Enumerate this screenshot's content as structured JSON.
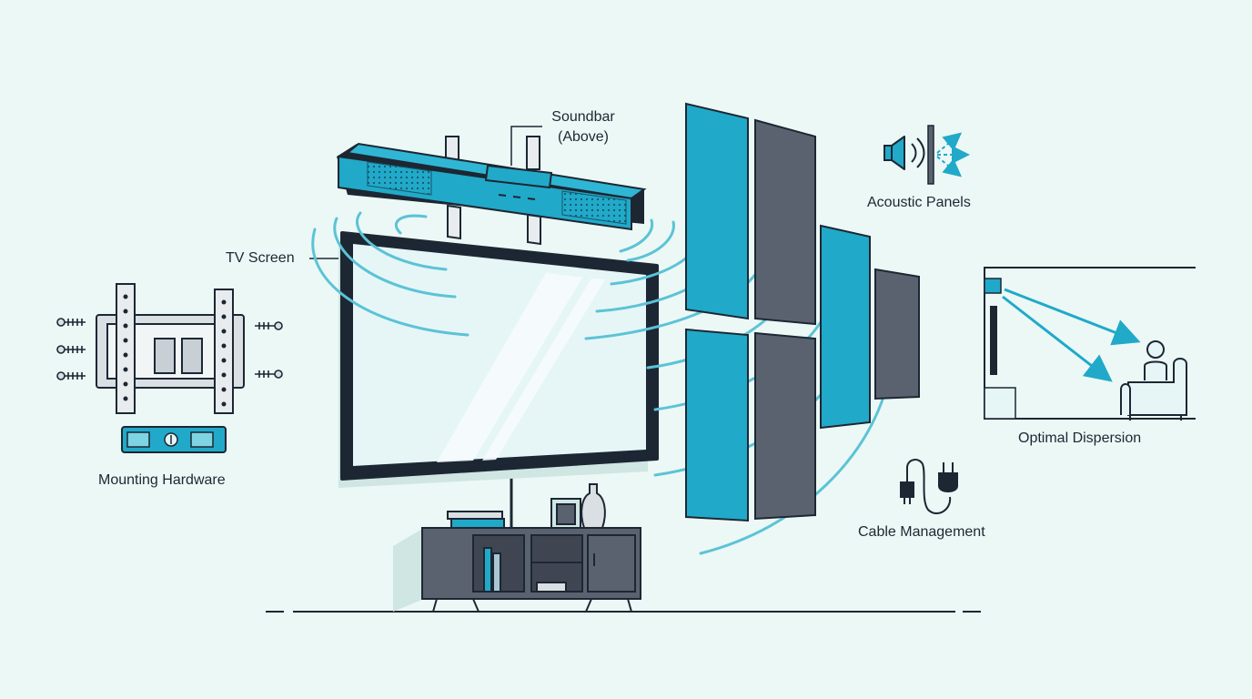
{
  "labels": {
    "soundbar_line1": "Soundbar",
    "soundbar_line2": "(Above)",
    "tv_screen": "TV Screen",
    "mounting_hardware": "Mounting Hardware",
    "acoustic_panels": "Acoustic Panels",
    "optimal_dispersion": "Optimal Dispersion",
    "cable_management": "Cable Management"
  },
  "colors": {
    "background": "#ecf8f6",
    "accent_teal": "#21a9c9",
    "dark_navy": "#1c2733",
    "panel_gray": "#5a6270",
    "screen_glass": "#e6f6f7",
    "soundwave": "#5cc3d6"
  },
  "icons": {
    "speaker": "speaker-icon",
    "plug": "plug-icon",
    "person": "person-icon"
  }
}
